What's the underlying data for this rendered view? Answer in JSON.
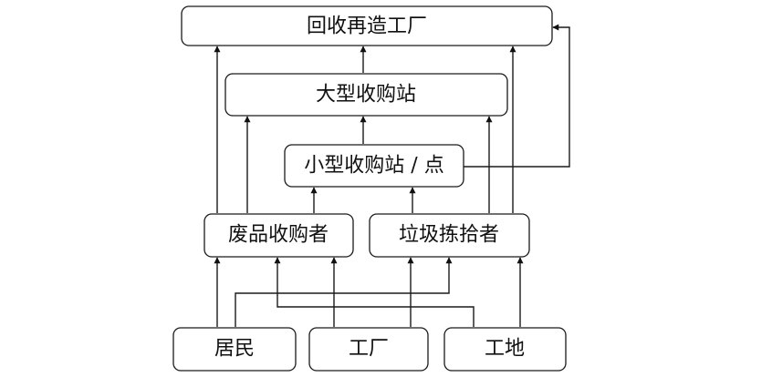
{
  "nodes": {
    "recycling_factory": "回收再造工厂",
    "large_station": "大型收购站",
    "small_station": "小型收购站 / 点",
    "waste_buyer": "废品收购者",
    "scavenger": "垃圾拣拾者",
    "residents": "居民",
    "factory": "工厂",
    "construction_site": "工地"
  },
  "edges": [
    {
      "from": "large_station",
      "to": "recycling_factory"
    },
    {
      "from": "small_station",
      "to": "large_station"
    },
    {
      "from": "small_station",
      "to": "recycling_factory"
    },
    {
      "from": "waste_buyer",
      "to": "recycling_factory"
    },
    {
      "from": "waste_buyer",
      "to": "large_station"
    },
    {
      "from": "waste_buyer",
      "to": "small_station"
    },
    {
      "from": "scavenger",
      "to": "small_station"
    },
    {
      "from": "scavenger",
      "to": "large_station"
    },
    {
      "from": "scavenger",
      "to": "recycling_factory"
    },
    {
      "from": "residents",
      "to": "waste_buyer"
    },
    {
      "from": "residents",
      "to": "scavenger"
    },
    {
      "from": "factory",
      "to": "waste_buyer"
    },
    {
      "from": "factory",
      "to": "scavenger"
    },
    {
      "from": "construction_site",
      "to": "waste_buyer"
    },
    {
      "from": "construction_site",
      "to": "scavenger"
    }
  ]
}
